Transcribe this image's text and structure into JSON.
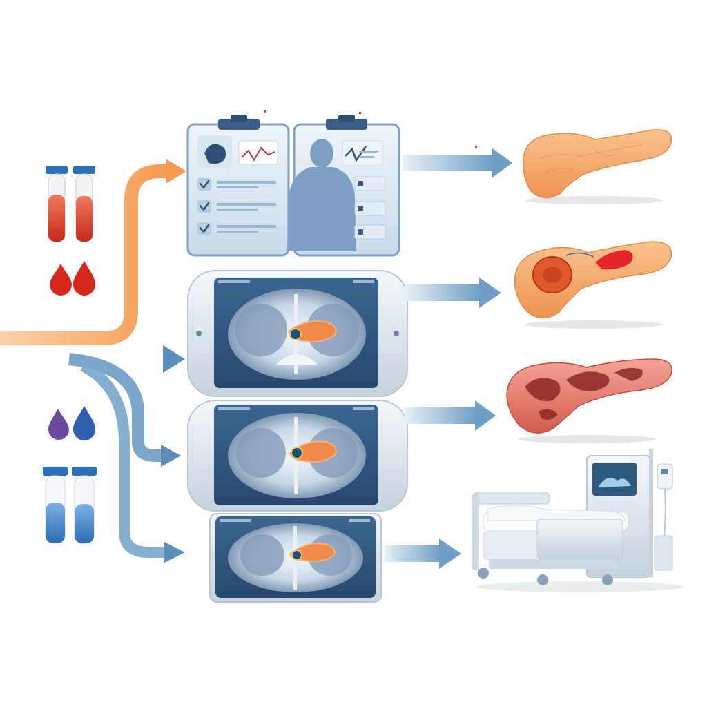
{
  "diagram": {
    "colors": {
      "orange_arrow": "#f5a262",
      "blue_arrow": "#5a8db8",
      "panel_frame": "#8faecf",
      "panel_dark": "#345a82",
      "blood_red": "#d63a2a",
      "blood_blue": "#3f6fb5",
      "pancreas": "#f2a46a",
      "pancreas_red": "#d8584a"
    },
    "left_inputs": [
      {
        "icon": "blood-test-tube-red-icon",
        "count": 2
      },
      {
        "icon": "blood-drop-red-icon",
        "count": 2
      },
      {
        "icon": "blood-drop-purple-blue-icon",
        "count": 2
      },
      {
        "icon": "blood-test-tube-blue-icon",
        "count": 2
      }
    ],
    "center_panels": [
      {
        "icon": "clinical-record-clipboard-icon"
      },
      {
        "icon": "patient-profile-clipboard-icon"
      },
      {
        "icon": "ct-scan-monitor-icon"
      },
      {
        "icon": "ct-scan-monitor-icon"
      },
      {
        "icon": "ct-scan-monitor-icon"
      }
    ],
    "right_outcomes": [
      {
        "icon": "pancreas-normal-icon"
      },
      {
        "icon": "pancreas-tumor-icon"
      },
      {
        "icon": "pancreas-inflamed-icon"
      },
      {
        "icon": "hospital-bed-icon"
      }
    ]
  }
}
